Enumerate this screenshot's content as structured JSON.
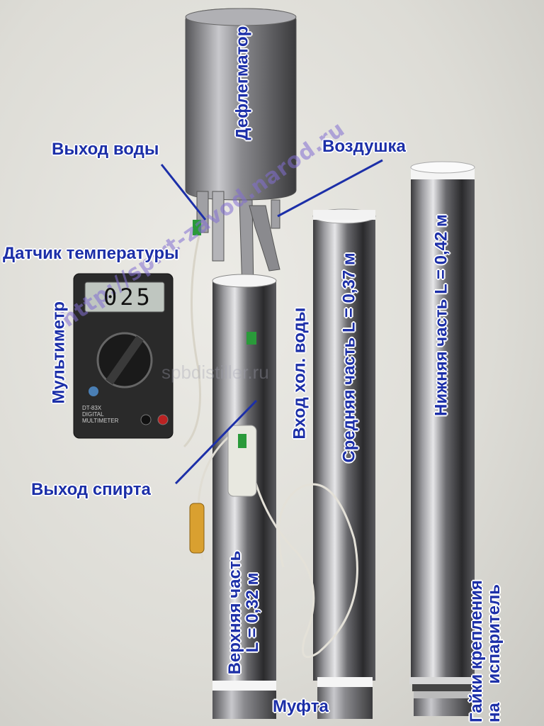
{
  "labels": {
    "deflegmator": "Дефлегматор",
    "water_out": "Выход воды",
    "vozdushka": "Воздушка",
    "temp_sensor": "Датчик температуры",
    "multimeter": "Мультиметр",
    "cold_water_in": "Вход хол. воды",
    "middle_part": "Средняя часть L = 0,37 м",
    "lower_part": "Нижняя часть L = 0,42 м",
    "spirit_out": "Выход спирта",
    "upper_part_line1": "Верхняя часть",
    "upper_part_line2": "L = 0,32 м",
    "mufta": "Муфта",
    "nuts_line1": "Гайки крепления",
    "nuts_line2": "на    испаритель"
  },
  "multimeter": {
    "display": "025",
    "model_line1": "DT-83X",
    "model_line2": "DIGITAL",
    "model_line3": "MULTIMETER"
  },
  "watermarks": {
    "url1": "http://spirt-zavod.narod.ru",
    "url2": "spbdistiller.ru"
  }
}
